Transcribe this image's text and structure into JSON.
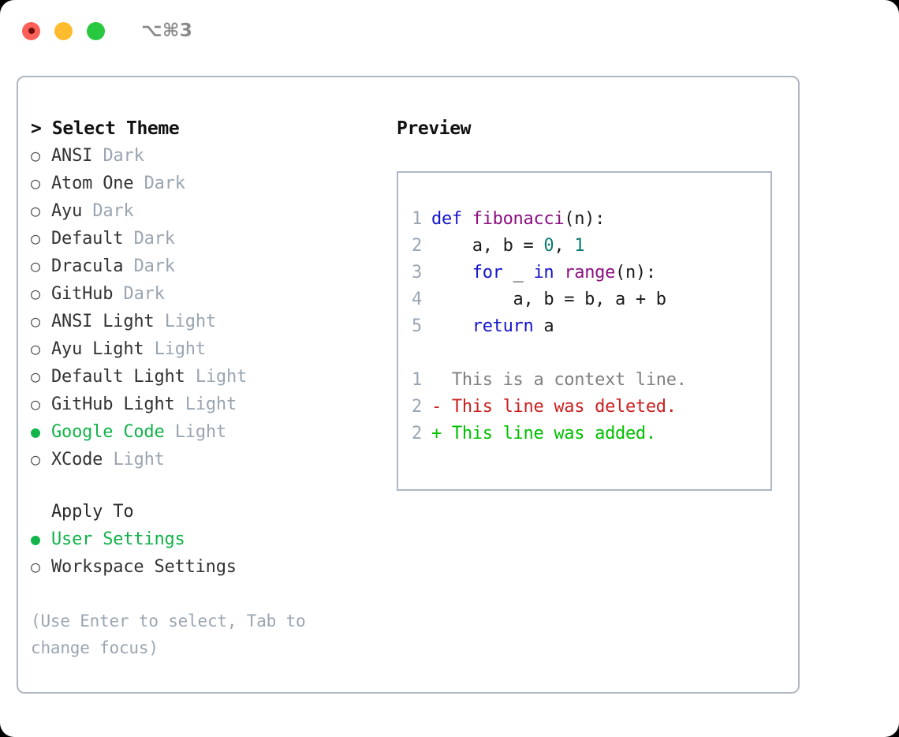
{
  "titlebar": {
    "shortcut": "⌥⌘3",
    "lights": [
      {
        "name": "close-button",
        "color": "#fc6058"
      },
      {
        "name": "minimize-button",
        "color": "#fdbc2e"
      },
      {
        "name": "maximize-button",
        "color": "#28c840"
      }
    ]
  },
  "left": {
    "title": "> Select Theme",
    "themes": [
      {
        "bullet": "○",
        "label": "ANSI",
        "kind": "Dark",
        "selected": false
      },
      {
        "bullet": "○",
        "label": "Atom One",
        "kind": "Dark",
        "selected": false
      },
      {
        "bullet": "○",
        "label": "Ayu",
        "kind": "Dark",
        "selected": false
      },
      {
        "bullet": "○",
        "label": "Default",
        "kind": "Dark",
        "selected": false
      },
      {
        "bullet": "○",
        "label": "Dracula",
        "kind": "Dark",
        "selected": false
      },
      {
        "bullet": "○",
        "label": "GitHub",
        "kind": "Dark",
        "selected": false
      },
      {
        "bullet": "○",
        "label": "ANSI Light",
        "kind": "Light",
        "selected": false
      },
      {
        "bullet": "○",
        "label": "Ayu Light",
        "kind": "Light",
        "selected": false
      },
      {
        "bullet": "○",
        "label": "Default Light",
        "kind": "Light",
        "selected": false
      },
      {
        "bullet": "○",
        "label": "GitHub Light",
        "kind": "Light",
        "selected": false
      },
      {
        "bullet": "●",
        "label": "Google Code",
        "kind": "Light",
        "selected": true
      },
      {
        "bullet": "○",
        "label": "XCode",
        "kind": "Light",
        "selected": false
      }
    ],
    "apply_to_header": "Apply To",
    "apply_to": [
      {
        "bullet": "●",
        "label": "User Settings",
        "selected": true
      },
      {
        "bullet": "○",
        "label": "Workspace Settings",
        "selected": false
      }
    ],
    "hint": "(Use Enter to select, Tab to change focus)"
  },
  "right": {
    "title": "Preview",
    "code_lines": [
      {
        "num": "1",
        "tokens": [
          {
            "t": "def ",
            "c": "kw"
          },
          {
            "t": "fibonacci",
            "c": "fn"
          },
          {
            "t": "(n):",
            "c": "plain"
          }
        ]
      },
      {
        "num": "2",
        "tokens": [
          {
            "t": "    a, b = ",
            "c": "plain"
          },
          {
            "t": "0",
            "c": "num"
          },
          {
            "t": ", ",
            "c": "plain"
          },
          {
            "t": "1",
            "c": "num"
          }
        ]
      },
      {
        "num": "3",
        "tokens": [
          {
            "t": "    ",
            "c": "plain"
          },
          {
            "t": "for",
            "c": "kw"
          },
          {
            "t": " _ ",
            "c": "plain"
          },
          {
            "t": "in",
            "c": "kw"
          },
          {
            "t": " ",
            "c": "plain"
          },
          {
            "t": "range",
            "c": "fn"
          },
          {
            "t": "(n):",
            "c": "plain"
          }
        ]
      },
      {
        "num": "4",
        "tokens": [
          {
            "t": "        a, b = b, a + b",
            "c": "plain"
          }
        ]
      },
      {
        "num": "5",
        "tokens": [
          {
            "t": "    ",
            "c": "plain"
          },
          {
            "t": "return",
            "c": "kw"
          },
          {
            "t": " a",
            "c": "plain"
          }
        ]
      },
      {
        "num": "",
        "blank": true,
        "tokens": []
      },
      {
        "num": "1",
        "tokens": [
          {
            "t": "  This is a context line.",
            "c": "ctx"
          }
        ]
      },
      {
        "num": "2",
        "tokens": [
          {
            "t": "- This line was deleted.",
            "c": "del"
          }
        ]
      },
      {
        "num": "2",
        "tokens": [
          {
            "t": "+ This line was added.",
            "c": "add"
          }
        ]
      }
    ]
  },
  "colors": {
    "accent_green": "#12b34a",
    "muted": "#9aa5b1",
    "border": "#aeb7c2",
    "keyword": "#1414cc",
    "function": "#8b0f80",
    "number": "#0b7a72",
    "diff_deleted": "#cc2020",
    "diff_added": "#00c000"
  }
}
